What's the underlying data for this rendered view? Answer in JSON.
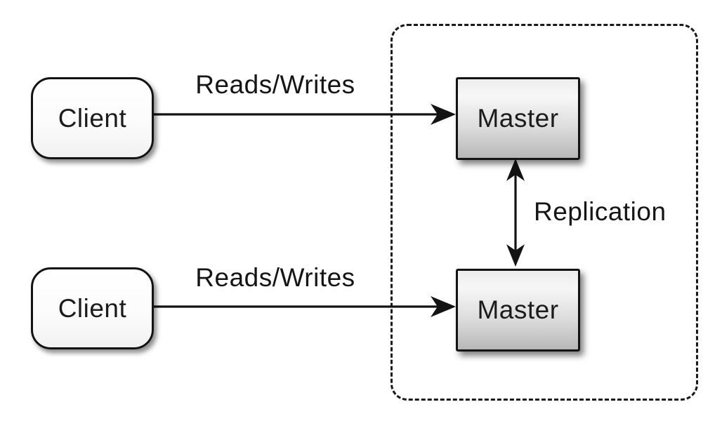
{
  "diagram": {
    "type": "architecture-diagram",
    "background_color": "#ffffff",
    "line_color": "#131313",
    "text_color": "#1c1c1c",
    "nodes": {
      "client1": {
        "label": "Client",
        "shape": "rounded-rectangle",
        "fill": "#ffffff"
      },
      "client2": {
        "label": "Client",
        "shape": "rounded-rectangle",
        "fill": "#ffffff"
      },
      "master1": {
        "label": "Master",
        "shape": "rectangle",
        "fill_gradient_top": "#f2f2f2",
        "fill_gradient_bottom": "#b7b7b7"
      },
      "master2": {
        "label": "Master",
        "shape": "rectangle",
        "fill_gradient_top": "#f2f2f2",
        "fill_gradient_bottom": "#b7b7b7"
      }
    },
    "edges": {
      "reads_writes_top": {
        "label": "Reads/Writes",
        "from": "client1",
        "to": "master1",
        "direction": "right"
      },
      "reads_writes_bottom": {
        "label": "Reads/Writes",
        "from": "client2",
        "to": "master2",
        "direction": "right"
      },
      "replication": {
        "label": "Replication",
        "from": "master1",
        "to": "master2",
        "direction": "both"
      }
    },
    "boundary": {
      "style": "dashed-rounded-rectangle",
      "encloses": [
        "master1",
        "master2"
      ]
    }
  }
}
